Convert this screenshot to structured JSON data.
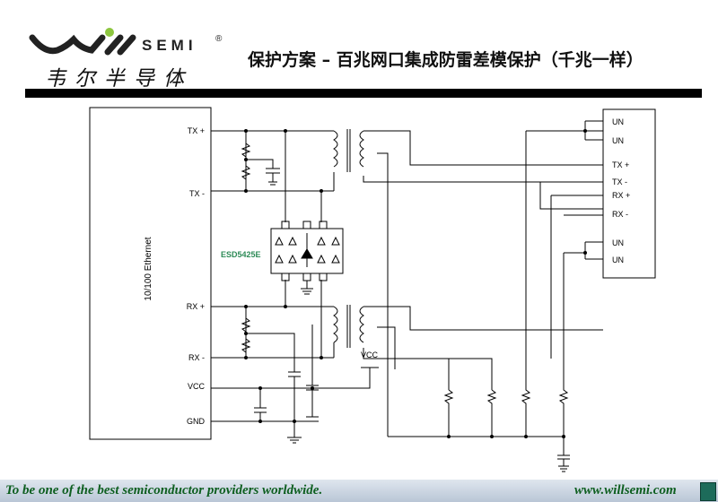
{
  "logo": {
    "brand": "will SEMI",
    "semi": "SEMI",
    "reg": "®",
    "cn": "韦尔半导体"
  },
  "title": "保护方案 – 百兆网口集成防雷差模保护（千兆一样）",
  "phy": {
    "name": "10/100 Ethernet",
    "pins": [
      "TX +",
      "TX -",
      "RX +",
      "RX -",
      "VCC",
      "GND"
    ]
  },
  "esd": {
    "label": "ESD5425E",
    "color": "#2e8b57"
  },
  "vcc_label": "VCC",
  "connector": {
    "pins": [
      "UN",
      "UN",
      "TX +",
      "TX -",
      "RX +",
      "RX -",
      "UN",
      "UN"
    ]
  },
  "footer": {
    "slogan": "To be one of the best semiconductor providers worldwide.",
    "url": "www.willsemi.com",
    "home_icon": "home-icon"
  }
}
